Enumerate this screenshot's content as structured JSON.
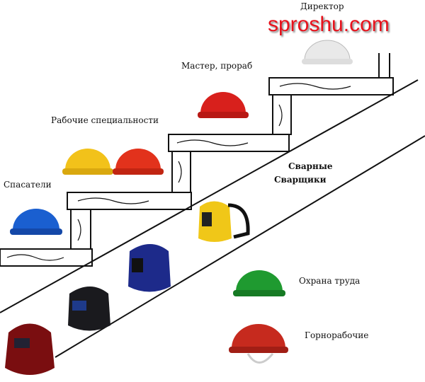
{
  "watermark": "sproshu.com",
  "labels": {
    "director": "Директор",
    "foreman": "Мастер, прораб",
    "workers": "Рабочие специальности",
    "rescuers": "Спасатели",
    "welding_1": "Сварные",
    "welding_2": "Сварщики",
    "safety": "Охрана труда",
    "miners": "Горнорабочие"
  },
  "colors": {
    "director": "#e9e9e9",
    "foreman": "#d8201c",
    "workers_yellow": "#f2c21a",
    "workers_red": "#e2321c",
    "rescuers": "#1a5fd0",
    "safety": "#1f9a30",
    "miners": "#c62a1e",
    "watermark": "#e8121c"
  }
}
